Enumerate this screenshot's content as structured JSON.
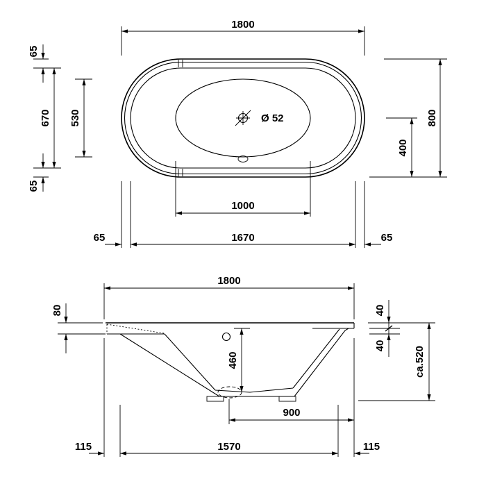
{
  "meta": {
    "background_color": "#ffffff",
    "line_color": "#000000",
    "drawing_type": "bathtub dimension drawing, top view and sectional side view"
  },
  "top_view": {
    "width_overall": "1800",
    "rim_top": "65",
    "inner_width_vertical": "670",
    "basin_width_vertical": "530",
    "rim_bottom": "65",
    "depth_overall": "800",
    "drain_to_edge_vertical": "400",
    "basin_length": "1000",
    "rim_left": "65",
    "inner_length_horizontal": "1670",
    "rim_right": "65",
    "drain_diameter": "Ø 52"
  },
  "side_view": {
    "width_overall": "1800",
    "rim_height_left": "80",
    "rim_step_top": "40",
    "rim_step_bottom": "40",
    "inner_depth": "460",
    "total_height": "ca.520",
    "drain_to_right_edge": "900",
    "base_offset_left": "115",
    "base_length": "1570",
    "base_offset_right": "115"
  }
}
